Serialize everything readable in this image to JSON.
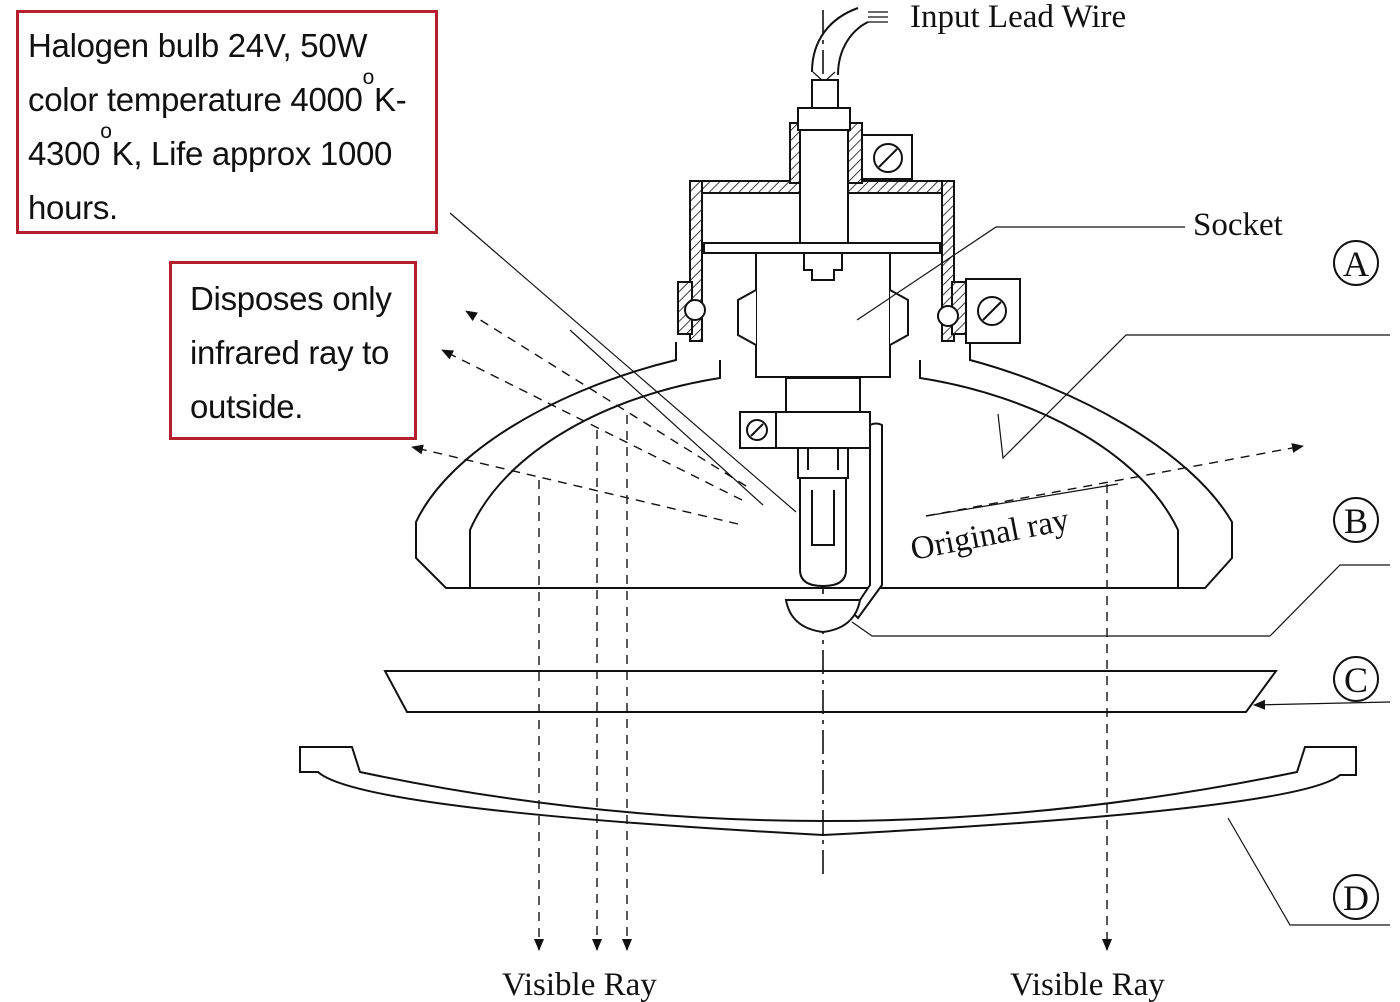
{
  "labels": {
    "input_lead_wire": "Input Lead Wire",
    "socket": "Socket",
    "original_ray": "Original ray",
    "visible_ray_left": "Visible Ray",
    "visible_ray_right": "Visible Ray"
  },
  "parts": {
    "a": "A",
    "b": "B",
    "c": "C",
    "d": "D"
  },
  "spec_box": {
    "line1": "Halogen bulb 24V, 50W",
    "line2_a": "color temperature 4000",
    "line2_sup": "o",
    "line2_b": "K-",
    "line3_a": "4300",
    "line3_sup": "o",
    "line3_b": "K, Life approx 1000",
    "line4": "hours."
  },
  "ir_box": {
    "line1": "Disposes only",
    "line2": "infrared ray to",
    "line3": "outside."
  },
  "colors": {
    "callout_border": "#b5202e",
    "line_art": "#111111",
    "background": "#ffffff"
  }
}
